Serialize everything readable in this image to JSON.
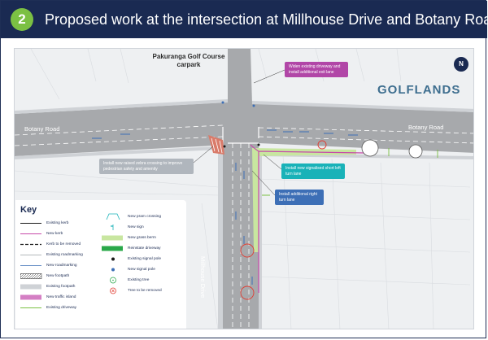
{
  "header": {
    "step_number": "2",
    "title": "Proposed work at the intersection at Millhouse Drive and Botany Road"
  },
  "map": {
    "place_golf": "Pakuranga Golf Course carpark",
    "place_suburb": "GOLFLANDS",
    "road_botany_west": "Botany Road",
    "road_botany_east": "Botany Road",
    "road_millhouse": "Millhouse Drive",
    "north_indicator": "N",
    "callouts": {
      "widen_driveway": "Widen existing driveway and install additional exit lane",
      "raised_crossing": "Install new raised zebra crossing to improve pedestrian safety and amenity",
      "left_turn_lane": "Install new signalised short left turn lane",
      "right_turn_lane": "Install additional right turn lane"
    }
  },
  "key": {
    "title": "Key",
    "left_items": [
      {
        "label": "Existing kerb",
        "symbol": "solid-black-line"
      },
      {
        "label": "New kerb",
        "symbol": "solid-magenta-line"
      },
      {
        "label": "Kerb to be removed",
        "symbol": "dashed-black-line"
      },
      {
        "label": "Existing roadmarking",
        "symbol": "thin-grey-line"
      },
      {
        "label": "New roadmarking",
        "symbol": "thin-blue-line"
      },
      {
        "label": "New footpath",
        "symbol": "hatched-box"
      },
      {
        "label": "Existing footpath",
        "symbol": "grey-box"
      },
      {
        "label": "New traffic island",
        "symbol": "magenta-box"
      },
      {
        "label": "Existing driveway",
        "symbol": "green-line"
      }
    ],
    "right_items": [
      {
        "label": "New pram crossing",
        "symbol": "pram-crossing"
      },
      {
        "label": "New sign",
        "symbol": "sign-icon"
      },
      {
        "label": "New grass berm",
        "symbol": "light-green-box"
      },
      {
        "label": "Reinstate driveway",
        "symbol": "green-box"
      },
      {
        "label": "Existing signal pole",
        "symbol": "black-dot"
      },
      {
        "label": "New signal pole",
        "symbol": "blue-dot"
      },
      {
        "label": "Existing tree",
        "symbol": "green-circle"
      },
      {
        "label": "Tree to be removed",
        "symbol": "red-circle"
      }
    ]
  },
  "colors": {
    "header_bg": "#1a2a52",
    "badge": "#7bc043",
    "road": "#a7a9ac",
    "callout_magenta": "#b146a7",
    "callout_teal": "#19b2b8",
    "callout_blue": "#3d6fb6",
    "callout_grey": "#b0b6bd"
  }
}
